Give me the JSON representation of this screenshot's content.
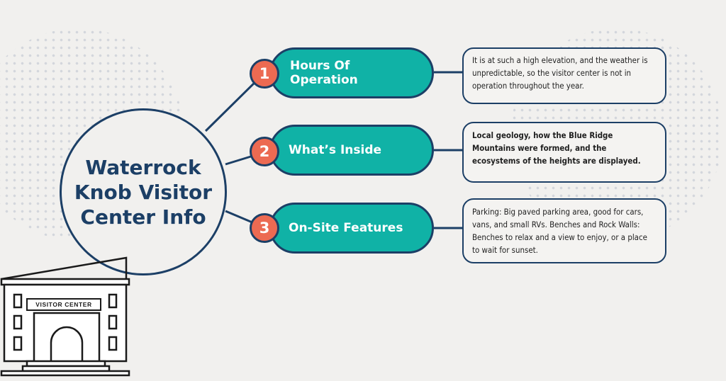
{
  "hub": {
    "title": "Waterrock Knob Visitor Center Info"
  },
  "items": [
    {
      "number": "1",
      "title": "Hours Of Operation",
      "description": "It is at such a high elevation, and the weather is unpredictable, so the visitor center is not in operation throughout the year."
    },
    {
      "number": "2",
      "title": "What’s Inside",
      "description": "Local geology, how the Blue Ridge Mountains were formed, and the ecosystems of the heights are displayed."
    },
    {
      "number": "3",
      "title": "On-Site Features",
      "description": "Parking: Big paved parking area, good for cars, vans, and small RVs. Benches and Rock Walls: Benches to relax and a view to enjoy, or a place to wait for sunset."
    }
  ],
  "building": {
    "sign": "VISITOR CENTER",
    "icon": "visitor-center-building-icon"
  },
  "colors": {
    "navy": "#1c3f66",
    "teal": "#10b2a6",
    "coral": "#ec6a52",
    "background": "#f1f0ee"
  }
}
